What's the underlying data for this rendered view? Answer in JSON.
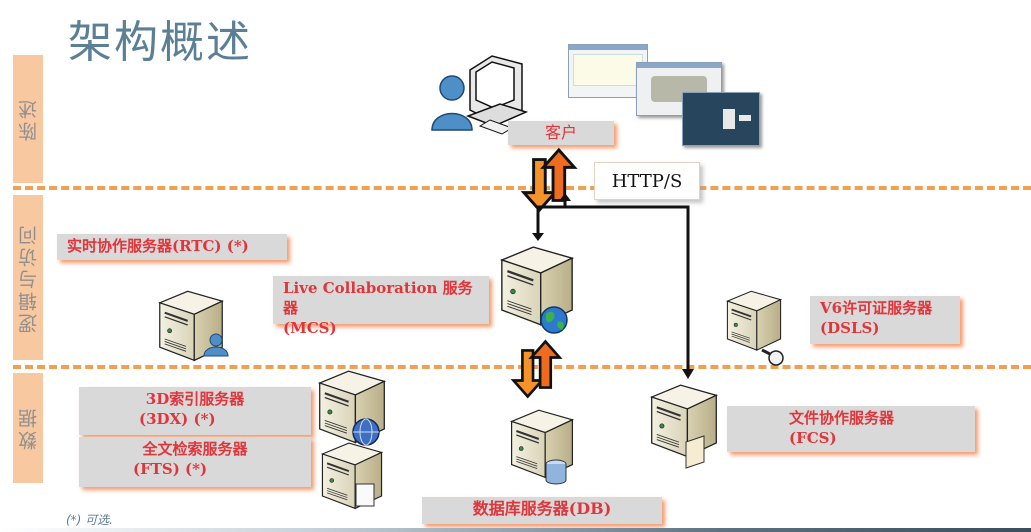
{
  "title": "架构概述",
  "layers": [
    {
      "name": "陈述"
    },
    {
      "name": "逻辑与访问"
    },
    {
      "name": "数据"
    }
  ],
  "components": {
    "client": {
      "label": "客户",
      "icon": "user-workstation-icon"
    },
    "http": {
      "label": "HTTP/S"
    },
    "rtc": {
      "label": "实时协作服务器(RTC) (*)",
      "icon": "server-user-icon"
    },
    "mcs": {
      "line1": "Live Collaboration 服务器",
      "line2": "(MCS)",
      "icon": "server-globe-icon"
    },
    "dsls": {
      "line1": "V6许可证服务器",
      "line2": "(DSLS)",
      "icon": "server-key-icon"
    },
    "3dx": {
      "line1": "3D索引服务器",
      "line2": "(3DX) (*)",
      "icon": "server-globe-icon"
    },
    "fts": {
      "line1": "全文检索服务器",
      "line2": "(FTS) (*)",
      "icon": "server-document-icon"
    },
    "db": {
      "label": "数据库服务器(DB)",
      "icon": "server-database-icon"
    },
    "fcs": {
      "line1": "文件协作服务器",
      "line2": "(FCS)",
      "icon": "server-folder-icon"
    }
  },
  "footnote": "(*) 可选.",
  "colors": {
    "accent_orange": "#f0a050",
    "label_text": "#e0353a",
    "label_bg": "#d9d9d9",
    "title": "#5b7f95",
    "layer_tab": "#f8c8a0"
  }
}
